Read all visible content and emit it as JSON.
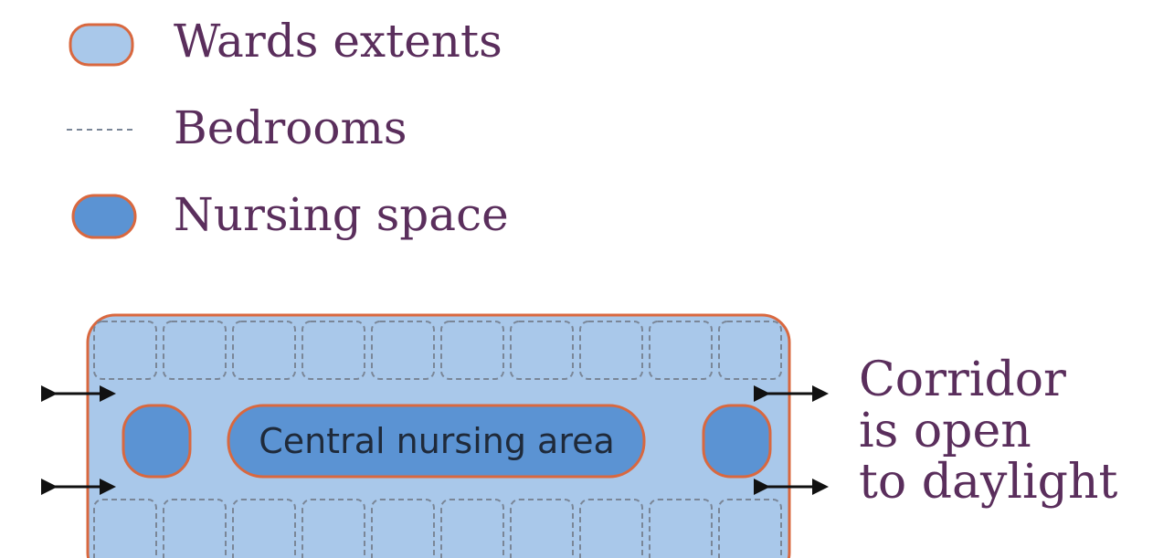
{
  "colors": {
    "ward_fill": "#a9c8ea",
    "ward_stroke": "#d9683f",
    "nursing_fill": "#5b93d3",
    "bedroom_dash": "#7a8697",
    "text_purple": "#5a2e5c",
    "arrow": "#111111"
  },
  "legend": {
    "wards_label": "Wards extents",
    "bedrooms_label": "Bedrooms",
    "nursing_label": "Nursing space"
  },
  "diagram": {
    "central_label": "Central nursing area",
    "corridor_note": [
      "Corridor",
      "is open",
      "to daylight"
    ],
    "bedrooms_per_row": 10,
    "corridor_arrows": 4
  }
}
